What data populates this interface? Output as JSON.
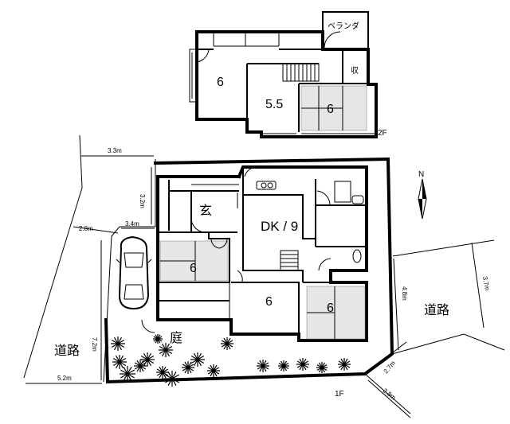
{
  "floor2": {
    "label": "2F",
    "rooms": {
      "r6_west": "6",
      "r55": "5.5",
      "r6_east": "6",
      "storage": "収",
      "veranda": "ベランダ"
    }
  },
  "floor1": {
    "label": "1F",
    "rooms": {
      "dk": "DK / 9",
      "entrance": "玄",
      "r6_west": "6",
      "r6_center": "6",
      "r6_east": "6",
      "garden": "庭"
    }
  },
  "roads": {
    "west": "道路",
    "east": "道路"
  },
  "compass": {
    "north": "N"
  },
  "dimensions": {
    "top_width": "3.3m",
    "left_depth": "3.2m",
    "corner_diag": "2.8m",
    "driveway": "3.4m",
    "west_side": "7.2m",
    "bottom_width": "5.2m",
    "east_side": "4.8m",
    "road_east": "3.7m",
    "se_diag": "2.7m",
    "se_road": "2.8m"
  }
}
